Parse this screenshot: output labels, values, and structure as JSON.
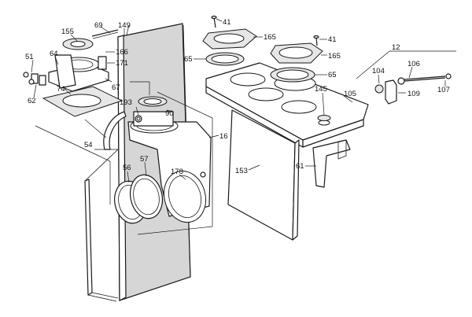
{
  "diagram": {
    "labels": {
      "p12": "12",
      "p16": "16",
      "p41a": "41",
      "p41b": "41",
      "p51": "51",
      "p54": "54",
      "p56": "56",
      "p57": "57",
      "p61": "61",
      "p62": "62",
      "p64": "64",
      "p65a": "65",
      "p65b": "65",
      "p67": "67",
      "p69": "69",
      "p74": "74",
      "p90": "90",
      "p104": "104",
      "p105": "105",
      "p106": "106",
      "p107": "107",
      "p109": "109",
      "p145": "145",
      "p149": "149",
      "p153": "153",
      "p155": "155",
      "p165a": "165",
      "p165b": "165",
      "p166": "166",
      "p171": "171",
      "p178": "178",
      "p193": "193"
    }
  }
}
